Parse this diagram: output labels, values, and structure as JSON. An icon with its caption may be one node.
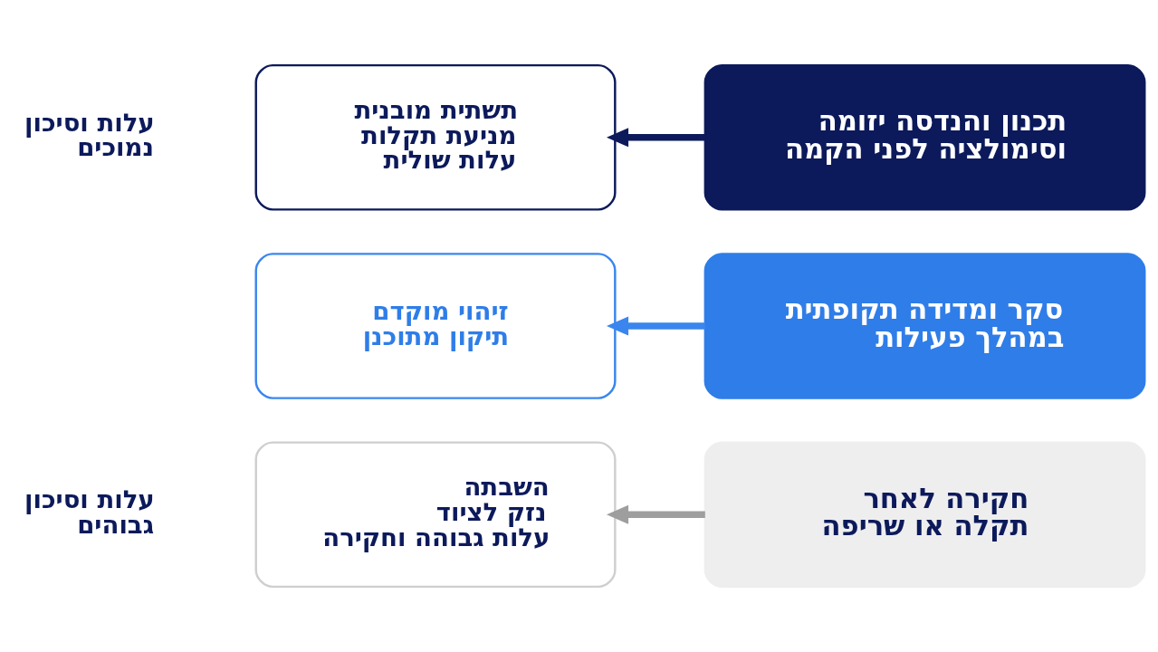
{
  "diagram": {
    "nodes": [
      {
        "text": [
          "תכנון והנדסה יזומה וסימולציה לפני הקמה"
        ]
      },
      {
        "text": [
          "תשתית מובנית",
          "מניעת תקלות",
          "עלות שולית"
        ]
      },
      {
        "text": [
          "סקר ומדידה תקופתית במהלך פעילות"
        ]
      },
      {
        "text": [
          "זיהוי מוקדם",
          "תיקון מתוכנן"
        ]
      },
      {
        "text": [
          "חקירה לאחר תקלה או שריפה"
        ]
      },
      {
        "text": [
          "השבתה",
          "נזק לציוד",
          "עלות גבוהה וחקירה"
        ]
      }
    ],
    "edges": [
      {
        "from": 0,
        "to": 1,
        "arrow": "to",
        "color": "#0c1a5b"
      },
      {
        "from": 2,
        "to": 3,
        "arrow": "to",
        "color": "#3a86ee"
      },
      {
        "from": 4,
        "to": 5,
        "arrow": "to",
        "color": "#9e9e9e"
      }
    ],
    "labels": [
      "עלות וסיכון נמוכים",
      "עלות וסיכון גבוהים"
    ]
  }
}
